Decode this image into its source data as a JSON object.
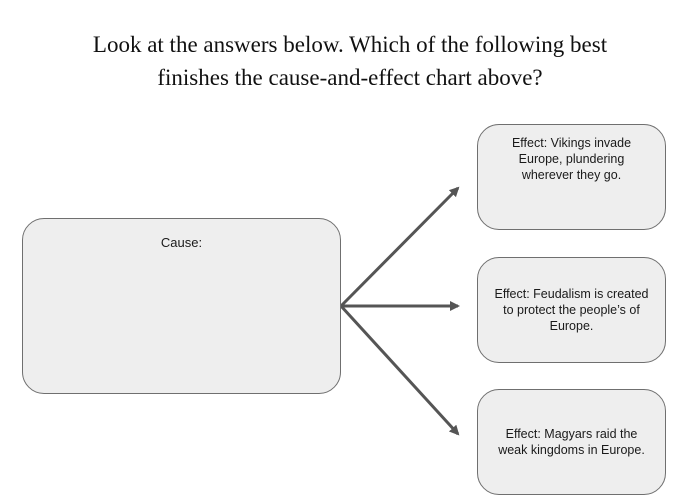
{
  "question": {
    "line1": "Look at the answers below. Which of the following best",
    "line2": "finishes the cause-and-effect chart above?"
  },
  "cause": {
    "label": "Cause:"
  },
  "effects": [
    {
      "text": "Effect: Vikings invade Europe, plundering wherever they go."
    },
    {
      "text": "Effect: Feudalism is created to protect the people’s of Europe."
    },
    {
      "text": "Effect: Magyars raid the weak kingdoms in Europe."
    }
  ],
  "colors": {
    "box_fill": "#eeeeee",
    "box_border": "#6f6f6f",
    "arrow": "#555555"
  }
}
